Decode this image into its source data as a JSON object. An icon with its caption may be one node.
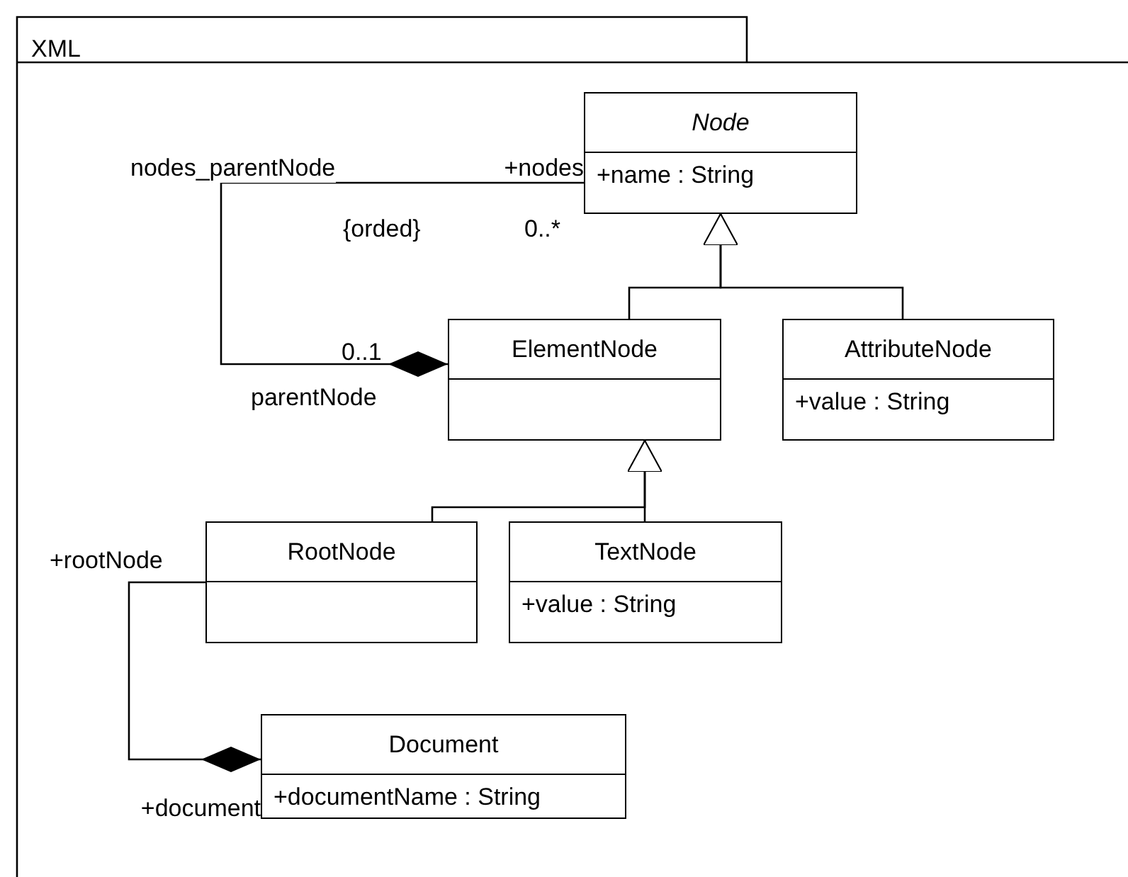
{
  "diagram": {
    "nodes": [
      {
        "text": [
          "XML"
        ]
      },
      {
        "text": [
          "Node",
          "+name : String"
        ],
        "in": 0
      },
      {
        "text": [
          "ElementNode"
        ],
        "in": 0
      },
      {
        "text": [
          "AttributeNode",
          "+value : String"
        ],
        "in": 0
      },
      {
        "text": [
          "RootNode"
        ],
        "in": 0
      },
      {
        "text": [
          "TextNode",
          "+value : String"
        ],
        "in": 0
      },
      {
        "text": [
          "Document",
          "+documentName : String"
        ],
        "in": 0
      }
    ],
    "edges": [
      {
        "from": 2,
        "to": 1,
        "arrow": "to"
      },
      {
        "from": 3,
        "to": 1,
        "arrow": "to"
      },
      {
        "from": 4,
        "to": 2,
        "arrow": "to"
      },
      {
        "from": 5,
        "to": 2,
        "arrow": "to"
      },
      {
        "from": 2,
        "to": 1,
        "arrow": "other",
        "label": "nodes_parentNode"
      },
      {
        "from": 6,
        "to": 4,
        "arrow": "other"
      }
    ],
    "labels": [
      "+nodes",
      "{orded}",
      "0..*",
      "0..1",
      "parentNode",
      "+rootNode",
      "+document"
    ]
  }
}
